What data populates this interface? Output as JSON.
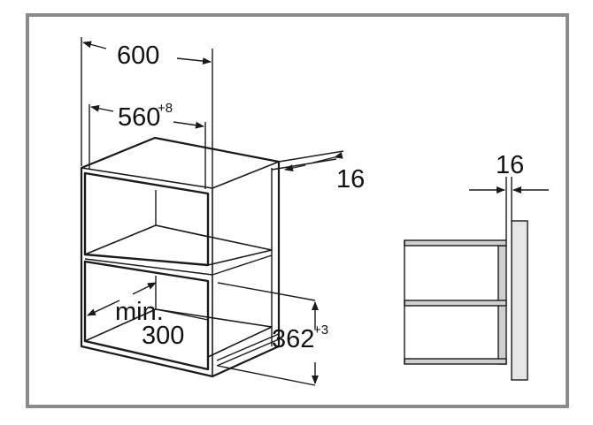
{
  "figure": {
    "dim_width": "600",
    "dim_inner_width": "560",
    "dim_inner_width_tol": "+8",
    "dim_thickness_left": "16",
    "dim_min_label": "min.",
    "dim_min_value": "300",
    "dim_height": "362",
    "dim_height_tol": "+3",
    "dim_thickness_right": "16"
  },
  "colors": {
    "frame": "#8a8a8a",
    "line": "#1a1a1a",
    "panel_fill": "#cfcfcf",
    "wall_fill": "#e6e6e6"
  }
}
